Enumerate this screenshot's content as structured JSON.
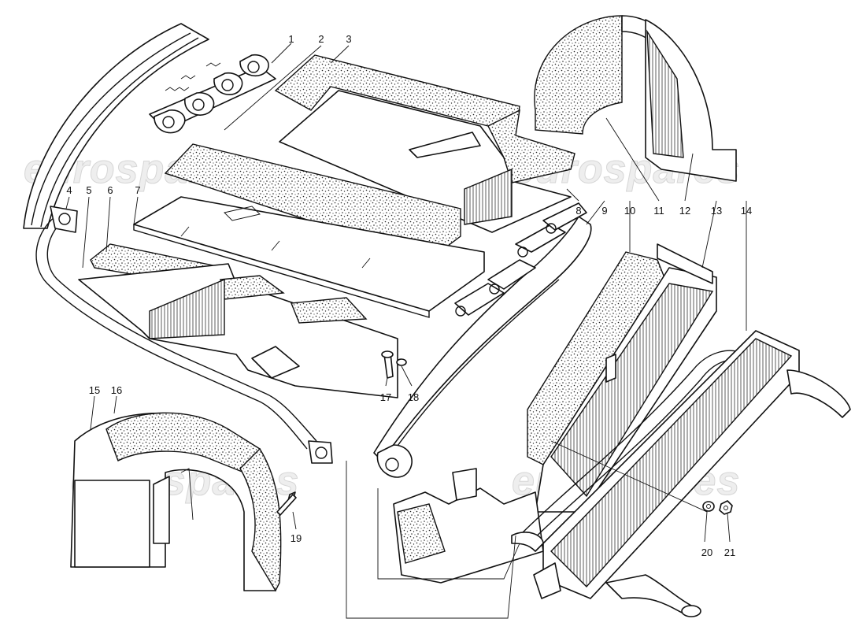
{
  "diagram": {
    "part_numbers": [
      "1",
      "2",
      "3",
      "4",
      "5",
      "6",
      "7",
      "8",
      "9",
      "10",
      "11",
      "12",
      "13",
      "14",
      "15",
      "16",
      "17",
      "18",
      "19",
      "20",
      "21"
    ],
    "watermarks": [
      "eurospares",
      "eurospares",
      "eurospares",
      "eurospares"
    ]
  }
}
